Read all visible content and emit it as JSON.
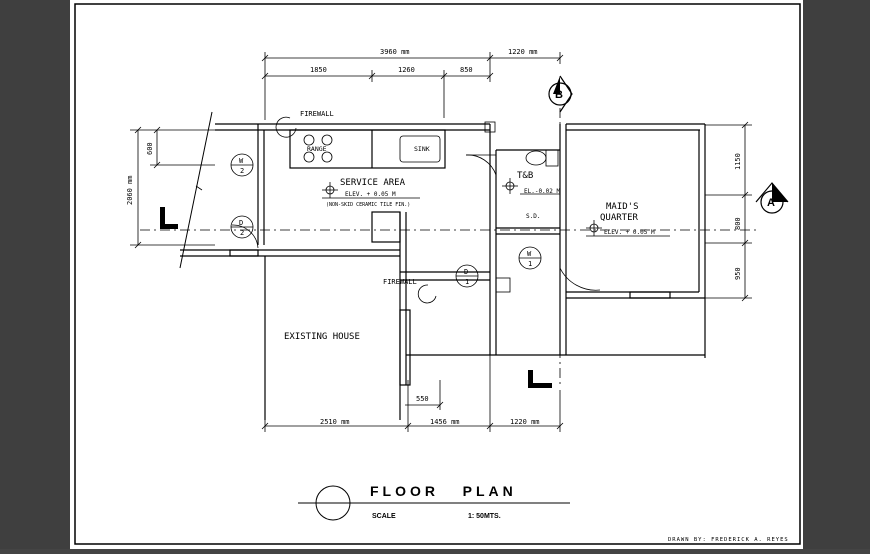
{
  "dimensions": {
    "top_total": "3960 mm",
    "top_right": "1220 mm",
    "top_seg1": "1850",
    "top_seg2": "1260",
    "top_seg3": "850",
    "left_total": "2060 mm",
    "left_top": "600",
    "right_top": "1150",
    "right_mid": "800",
    "right_bot": "950",
    "bottom_left": "2510 mm",
    "bottom_mid": "1456 mm",
    "bottom_right": "1220 mm",
    "bottom_small": "550"
  },
  "labels": {
    "firewall_top": "FIREWALL",
    "firewall_mid": "FIREWALL",
    "range": "RANGE",
    "sink": "SINK",
    "service_area": "SERVICE AREA",
    "service_elev": "ELEV. + 0.05 M",
    "service_note": "(NON-SKID CERAMIC TILE FIN.)",
    "tb": "T&B",
    "tb_elev": "EL.-0.02 M",
    "sd": "S.D.",
    "maids": "MAID'S",
    "quarter": "QUARTER",
    "maids_elev": "ELEV. + 0.05 M",
    "existing_house": "EXISTING HOUSE"
  },
  "tags": {
    "w2_top": "W",
    "w2_bot": "2",
    "d2_top": "D",
    "d2_bot": "2",
    "d1_top": "D",
    "d1_bot": "1",
    "w1_top": "W",
    "w1_bot": "1",
    "grid_a": "A",
    "grid_b": "B"
  },
  "title": {
    "main": "FLOOR   PLAN",
    "scale_label": "SCALE",
    "scale_value": "1: 50MTS.",
    "drawn_by": "DRAWN BY: FREDERICK A. REYES"
  }
}
